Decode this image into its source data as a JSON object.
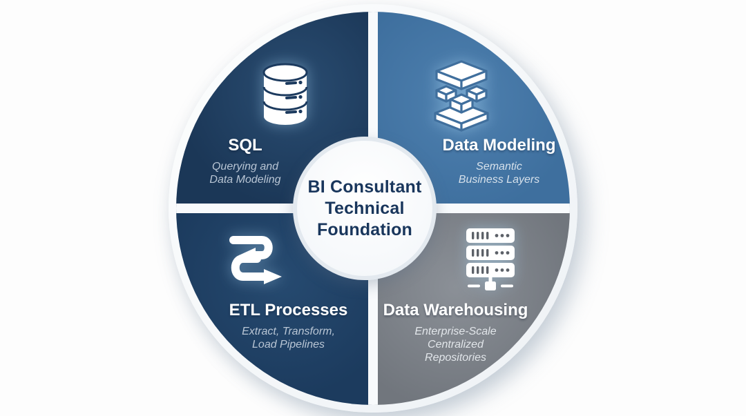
{
  "center": {
    "lines": [
      "BI Consultant",
      "Technical",
      "Foundation"
    ],
    "text_color": "#19365c"
  },
  "quadrants": [
    {
      "id": "sql",
      "title": "SQL",
      "subtitle_lines": [
        "Querying and",
        "Data Modeling"
      ],
      "icon": "database-icon",
      "color": "#1d3a5e"
    },
    {
      "id": "data-modeling",
      "title": "Data Modeling",
      "subtitle_lines": [
        "Semantic",
        "Business Layers"
      ],
      "icon": "data-layers-cube-icon",
      "color": "#4577a6"
    },
    {
      "id": "etl-processes",
      "title": "ETL Processes",
      "subtitle_lines": [
        "Extract, Transform,",
        "Load Pipelines"
      ],
      "icon": "etl-loop-arrows-icon",
      "color": "#204063"
    },
    {
      "id": "data-warehousing",
      "title": "Data Warehousing",
      "subtitle_lines": [
        "Enterprise-Scale",
        "Centralized",
        "Repositories"
      ],
      "icon": "server-rack-icon",
      "color": "#7a7f86"
    }
  ],
  "colors": {
    "background": "#fdfdfd",
    "ring_white": "#f6f9fb",
    "divider": "#f8fafc",
    "title_text": "#ffffff"
  }
}
